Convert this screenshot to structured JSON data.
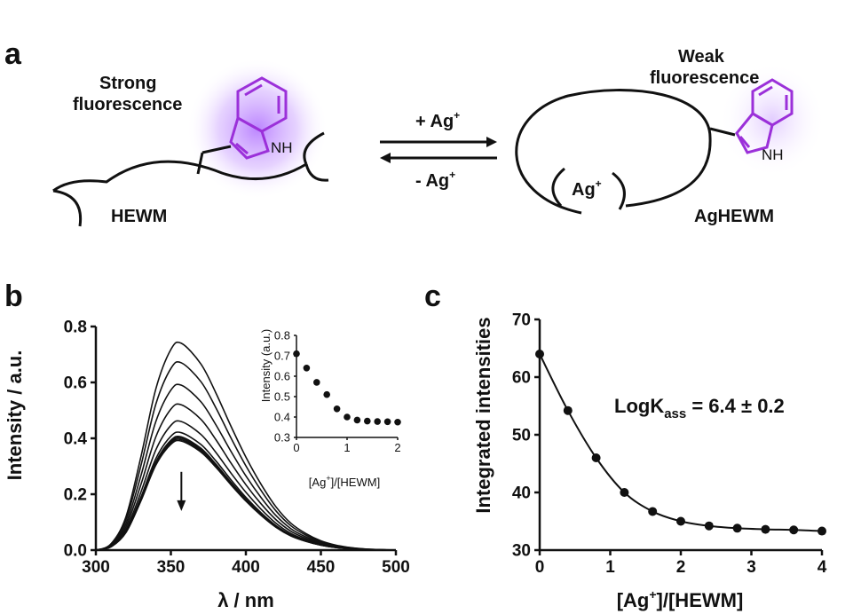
{
  "panels": {
    "a": "a",
    "b": "b",
    "c": "c"
  },
  "scheme": {
    "left_state_line1": "Strong",
    "left_state_line2": "fluorescence",
    "left_label": "HEWM",
    "right_state_line1": "Weak",
    "right_state_line2": "fluorescence",
    "right_label": "AgHEWM",
    "forward_label": "+ Ag",
    "reverse_label": "- Ag",
    "superscript_plus": "+",
    "nh_label": "NH",
    "ion_label": "Ag",
    "accent_color": "#9b30d9",
    "glow_color": "#b070ff"
  },
  "chart_data": [
    {
      "id": "b",
      "type": "line",
      "xlabel": "λ / nm",
      "ylabel": "Intensity / a.u.",
      "xlim": [
        300,
        500
      ],
      "ylim": [
        0,
        0.8
      ],
      "xticks": [
        300,
        350,
        400,
        450,
        500
      ],
      "yticks": [
        0.0,
        0.2,
        0.4,
        0.6,
        0.8
      ],
      "peak_x": 357,
      "series_peaks": [
        0.74,
        0.67,
        0.59,
        0.52,
        0.46,
        0.42,
        0.405,
        0.4,
        0.395,
        0.39
      ],
      "series_shape": {
        "x": [
          300,
          310,
          320,
          330,
          340,
          350,
          357,
          370,
          380,
          390,
          400,
          410,
          420,
          430,
          440,
          450,
          460,
          470,
          480,
          490,
          500
        ],
        "relative": [
          0.0,
          0.03,
          0.16,
          0.45,
          0.78,
          0.97,
          1.0,
          0.9,
          0.76,
          0.6,
          0.45,
          0.32,
          0.21,
          0.13,
          0.08,
          0.045,
          0.024,
          0.012,
          0.005,
          0.002,
          0.0
        ]
      },
      "arrow": {
        "x": 357,
        "y_from": 0.28,
        "y_to": 0.14
      },
      "grid": false
    },
    {
      "id": "b-inset",
      "type": "scatter",
      "xlabel": "[Ag",
      "xlabel_sup": "+",
      "xlabel_tail": "]/[HEWM]",
      "ylabel": "Intensity (a.u.)",
      "xlim": [
        0,
        2
      ],
      "ylim": [
        0.3,
        0.8
      ],
      "xticks": [
        0,
        1,
        2
      ],
      "yticks": [
        0.3,
        0.4,
        0.5,
        0.6,
        0.7,
        0.8
      ],
      "x": [
        0.0,
        0.2,
        0.4,
        0.6,
        0.8,
        1.0,
        1.2,
        1.4,
        1.6,
        1.8,
        2.0
      ],
      "y": [
        0.71,
        0.64,
        0.57,
        0.51,
        0.44,
        0.4,
        0.385,
        0.38,
        0.378,
        0.377,
        0.375
      ],
      "grid": false
    },
    {
      "id": "c",
      "type": "line",
      "xlabel": "[Ag",
      "xlabel_sup": "+",
      "xlabel_tail": "]/[HEWM]",
      "ylabel": "Integrated intensities",
      "annotation": "LogK",
      "annotation_sub": "ass",
      "annotation_tail": " = 6.4 ± 0.2",
      "xlim": [
        0,
        4
      ],
      "ylim": [
        30,
        70
      ],
      "xticks": [
        0,
        1,
        2,
        3,
        4
      ],
      "yticks": [
        30,
        40,
        50,
        60,
        70
      ],
      "x": [
        0.0,
        0.4,
        0.8,
        1.2,
        1.6,
        2.0,
        2.4,
        2.8,
        3.2,
        3.6,
        4.0
      ],
      "y": [
        64,
        54.2,
        46.0,
        40.0,
        36.7,
        35.0,
        34.2,
        33.8,
        33.6,
        33.5,
        33.3
      ],
      "grid": false
    }
  ]
}
